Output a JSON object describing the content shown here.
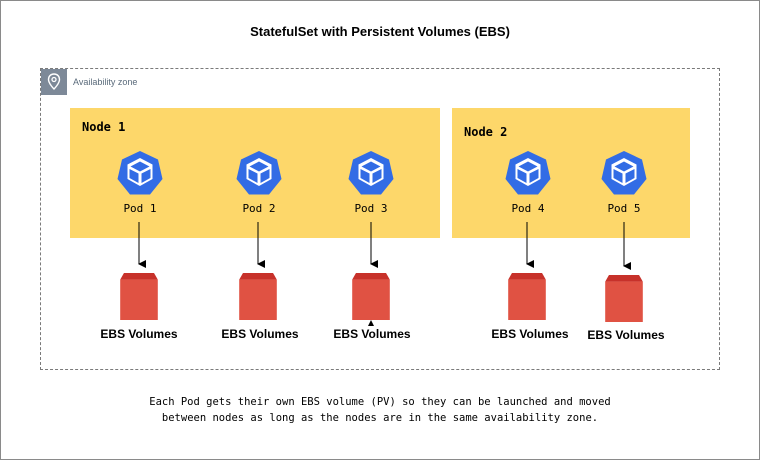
{
  "title": "StatefulSet with Persistent Volumes (EBS)",
  "availability_zone": {
    "label": "Availability zone",
    "icon": "location-pin-icon"
  },
  "nodes": [
    {
      "label": "Node 1",
      "pods": [
        {
          "label": "Pod 1"
        },
        {
          "label": "Pod 2"
        },
        {
          "label": "Pod 3"
        }
      ]
    },
    {
      "label": "Node 2",
      "pods": [
        {
          "label": "Pod 4"
        },
        {
          "label": "Pod 5"
        }
      ]
    }
  ],
  "volumes": [
    {
      "label": "EBS Volumes"
    },
    {
      "label": "EBS Volumes"
    },
    {
      "label": "EBS Volumes"
    },
    {
      "label": "EBS Volumes"
    },
    {
      "label": "EBS Volumes"
    }
  ],
  "caption": {
    "line1": "Each Pod gets their own EBS volume (PV) so they can be launched and moved",
    "line2": "between nodes as long as the nodes are in the same availability zone."
  },
  "colors": {
    "node_fill": "#fdd76a",
    "pod_icon": "#326ce5",
    "volume_front": "#e05243",
    "volume_top": "#c7312a",
    "az_border": "#7a7a7a"
  }
}
